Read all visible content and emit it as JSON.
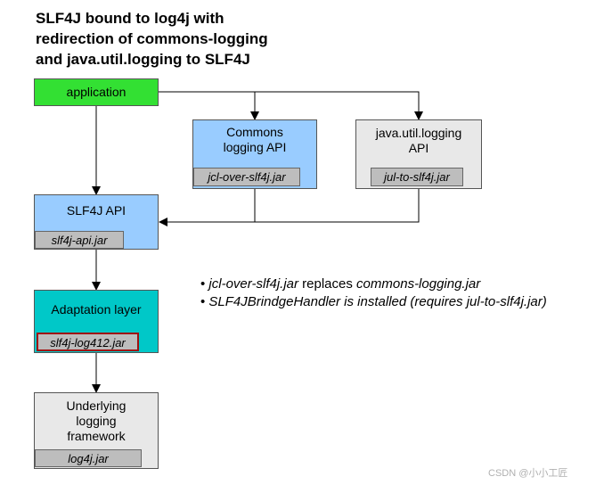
{
  "title": {
    "line1": "SLF4J bound to log4j with",
    "line2": "redirection of commons-logging",
    "line3": "and java.util.logging to SLF4J"
  },
  "boxes": {
    "application": {
      "label": "application",
      "color": "#33e033"
    },
    "commons_logging": {
      "line1": "Commons",
      "line2": "logging API",
      "jar": "jcl-over-slf4j.jar",
      "color": "#99ccff"
    },
    "jul": {
      "line1": "java.util.logging",
      "line2": "API",
      "jar": "jul-to-slf4j.jar",
      "color": "#e8e8e8"
    },
    "slf4j_api": {
      "label": "SLF4J API",
      "jar": "slf4j-api.jar",
      "color": "#99ccff"
    },
    "adaptation": {
      "label": "Adaptation layer",
      "jar": "slf4j-log412.jar",
      "color": "#00c8c8",
      "jar_border": "#a01010"
    },
    "underlying": {
      "line1": "Underlying",
      "line2": "logging",
      "line3": "framework",
      "jar": "log4j.jar",
      "color": "#e8e8e8"
    }
  },
  "notes": [
    {
      "prefix": "• ",
      "em1": "jcl-over-slf4j.jar",
      "mid": " replaces ",
      "em2": "commons-logging.jar"
    },
    {
      "prefix": "• ",
      "em1": "SLF4JBrindgeHandler is installed (requires jul-to-slf4j.jar)",
      "mid": "",
      "em2": ""
    }
  ],
  "watermark": "CSDN @小小工匠"
}
